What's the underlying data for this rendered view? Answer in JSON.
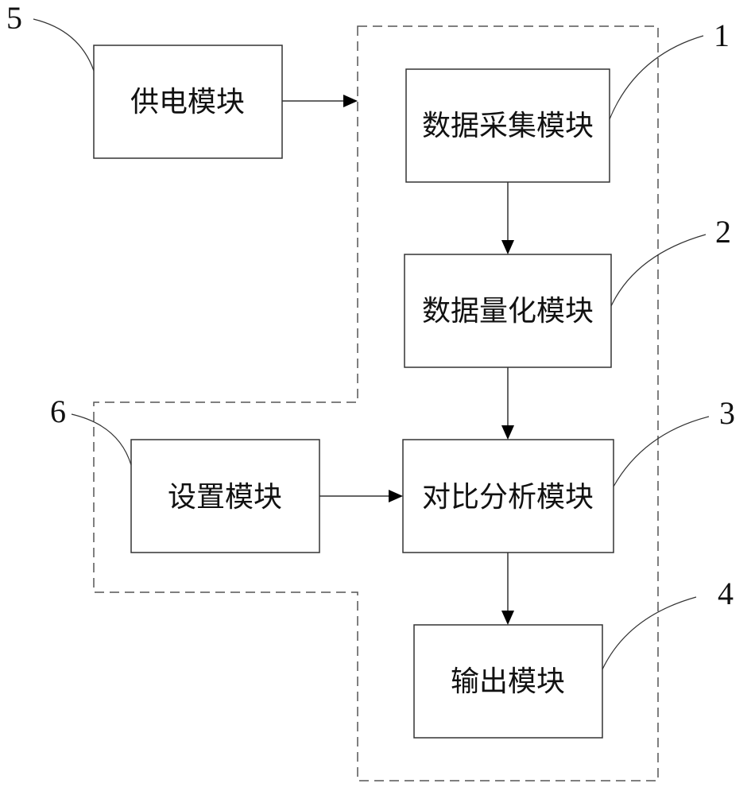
{
  "diagram": {
    "modules": [
      {
        "id": "power",
        "number": "5",
        "label": "供电模块"
      },
      {
        "id": "acquisition",
        "number": "1",
        "label": "数据采集模块"
      },
      {
        "id": "quantization",
        "number": "2",
        "label": "数据量化模块"
      },
      {
        "id": "comparison",
        "number": "3",
        "label": "对比分析模块"
      },
      {
        "id": "output",
        "number": "4",
        "label": "输出模块"
      },
      {
        "id": "settings",
        "number": "6",
        "label": "设置模块"
      }
    ],
    "connections": [
      {
        "from": "power",
        "to": "dashed-group"
      },
      {
        "from": "acquisition",
        "to": "quantization"
      },
      {
        "from": "quantization",
        "to": "comparison"
      },
      {
        "from": "settings",
        "to": "comparison"
      },
      {
        "from": "comparison",
        "to": "output"
      }
    ]
  }
}
